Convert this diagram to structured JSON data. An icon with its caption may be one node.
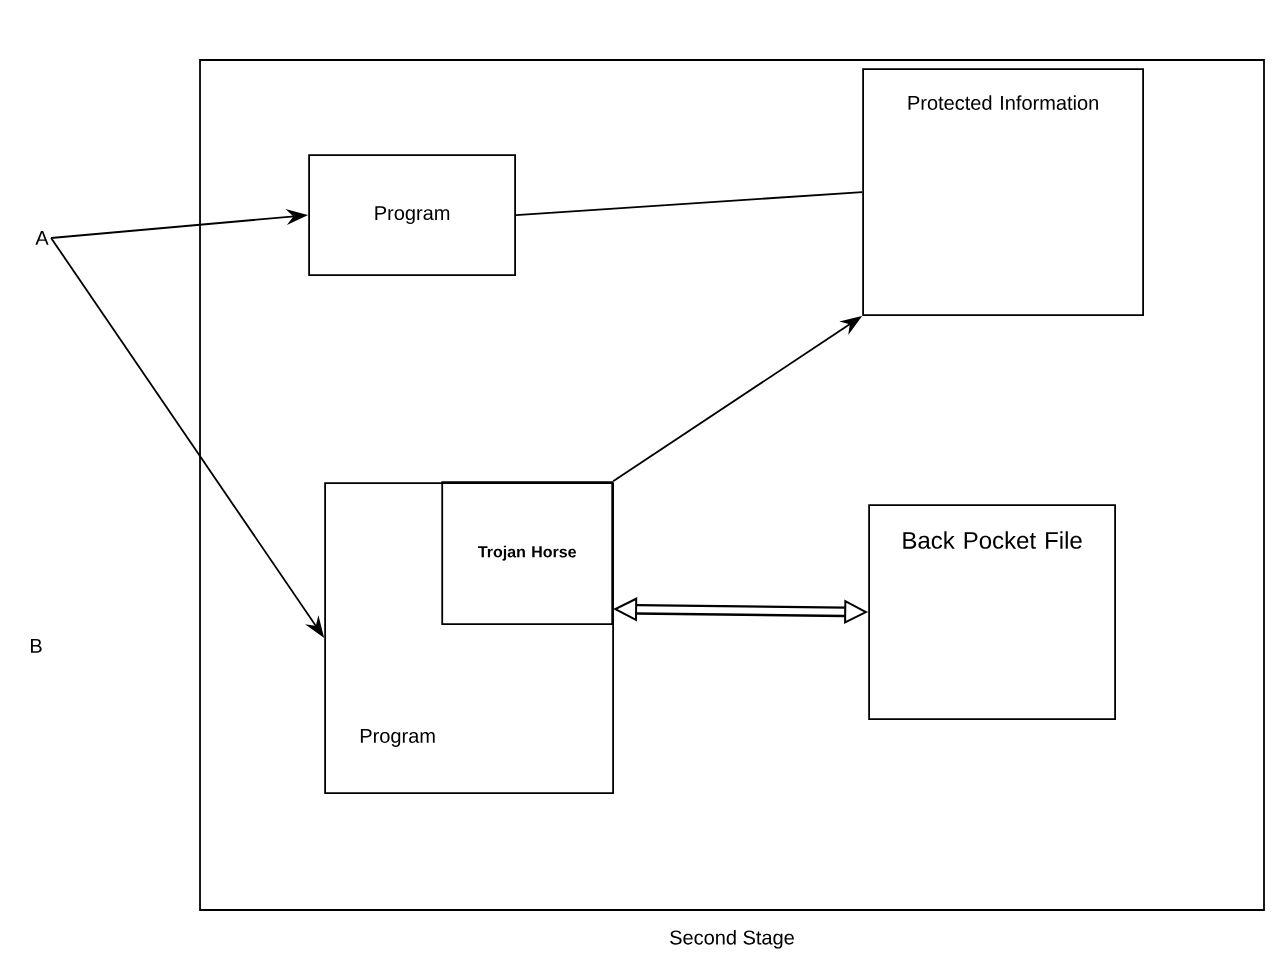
{
  "diagram": {
    "nodes": [
      {
        "text": [
          "Second Stage"
        ]
      },
      {
        "text": [
          "A"
        ]
      },
      {
        "text": [
          "Program"
        ],
        "in": 0
      },
      {
        "text": [
          "Protected Information"
        ],
        "in": 0
      },
      {
        "text": [
          "Program"
        ],
        "in": 0
      },
      {
        "text": [
          "Trojan Horse"
        ],
        "in": 4
      },
      {
        "text": [
          "Back Pocket File"
        ],
        "in": 0
      }
    ],
    "edges": [
      {
        "from": 1,
        "to": 2,
        "arrow": "to"
      },
      {
        "from": 1,
        "to": 4,
        "arrow": "to"
      },
      {
        "from": 2,
        "to": 3,
        "arrow": "none"
      },
      {
        "from": 5,
        "to": 3,
        "arrow": "to"
      },
      {
        "from": 5,
        "to": 6,
        "arrow": "both",
        "style": "thick"
      }
    ],
    "labels": [
      "B"
    ]
  }
}
